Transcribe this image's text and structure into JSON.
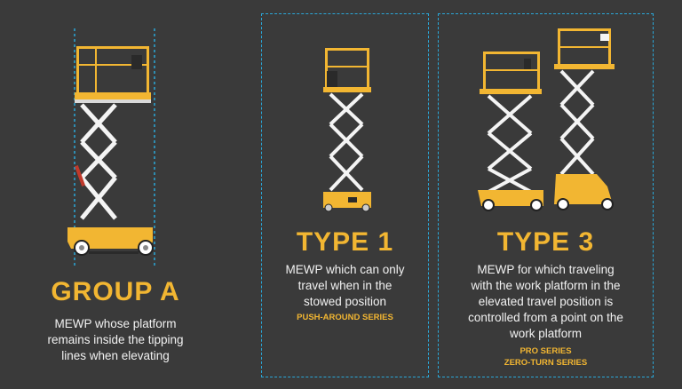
{
  "group_a": {
    "heading": "GROUP A",
    "description_lines": [
      "MEWP whose platform",
      "remains inside the tipping",
      "lines when elevating"
    ]
  },
  "type_1": {
    "heading": "TYPE 1",
    "description_lines": [
      "MEWP which can only",
      "travel when in the",
      "stowed position"
    ],
    "series": [
      "PUSH-AROUND SERIES"
    ]
  },
  "type_3": {
    "heading": "TYPE 3",
    "description_lines": [
      "MEWP for which traveling",
      "with the work platform in the",
      "elevated travel position is",
      "controlled from a point on the",
      "work platform"
    ],
    "series": [
      "PRO SERIES",
      "ZERO-TURN SERIES"
    ]
  },
  "colors": {
    "background": "#3a3a3a",
    "accent_yellow": "#f2b632",
    "scissor_white": "#f4f4f4",
    "dashed_blue": "#2aa7d8"
  },
  "icons": [
    "scissor-lift-tall-icon",
    "scissor-lift-small-icon",
    "scissor-lift-pro-icon",
    "scissor-lift-zero-turn-icon"
  ]
}
